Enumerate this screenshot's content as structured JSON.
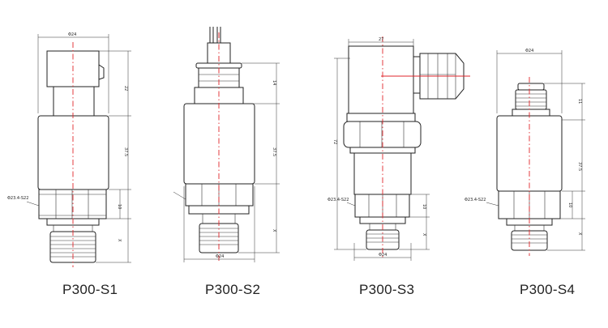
{
  "figure": {
    "captions": [
      "P300-S1",
      "P300-S2",
      "P300-S3",
      "P300-S4"
    ],
    "dimensions": {
      "s1": {
        "top_width": "Φ24",
        "connector_h": "22",
        "body_h": "37.5",
        "hex_h": "10",
        "thread_h": "X",
        "hex_note": "Φ23.4-S22"
      },
      "s2": {
        "cable_h": "14",
        "body_h": "37.5",
        "thread_h": "X",
        "bottom_width": "Φ24"
      },
      "s3": {
        "top_width": "27",
        "total_h": "72",
        "hex_h": "10",
        "thread_h": "X",
        "bottom_width": "Φ24",
        "hex_note": "Φ23.4-S22"
      },
      "s4": {
        "top_width": "Φ24",
        "connector_h": "11",
        "body_h": "37.5",
        "hex_h": "10",
        "thread_h": "X",
        "hex_note": "Φ23.4-S22"
      }
    },
    "colors": {
      "line": "#222222",
      "centerline": "#e0262b",
      "background": "#ffffff"
    }
  }
}
